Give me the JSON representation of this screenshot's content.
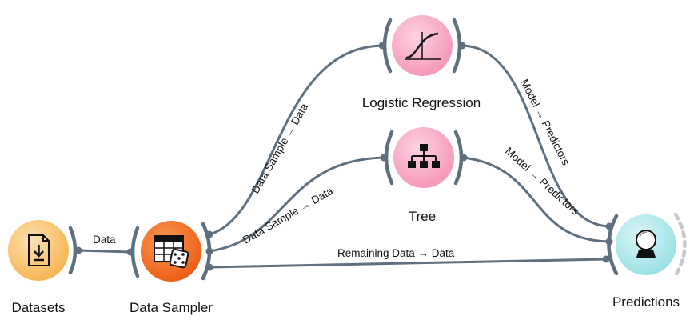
{
  "widgets": [
    {
      "id": "datasets",
      "label": "Datasets",
      "icon": "file-download-icon",
      "color": "#f6b24d"
    },
    {
      "id": "data-sampler",
      "label": "Data Sampler",
      "icon": "table-dice-icon",
      "color": "#f26a1b"
    },
    {
      "id": "logistic-regression",
      "label": "Logistic Regression",
      "icon": "sigmoid-curve-icon",
      "color": "#f9a7c3"
    },
    {
      "id": "tree",
      "label": "Tree",
      "icon": "tree-hierarchy-icon",
      "color": "#f9a7c3"
    },
    {
      "id": "predictions",
      "label": "Predictions",
      "icon": "crystal-ball-icon",
      "color": "#a8e6e8"
    }
  ],
  "links": [
    {
      "from": "datasets",
      "to": "data-sampler",
      "label": "Data"
    },
    {
      "from": "data-sampler",
      "to": "logistic-regression",
      "label": "Data Sample → Data"
    },
    {
      "from": "data-sampler",
      "to": "tree",
      "label": "Data Sample → Data"
    },
    {
      "from": "data-sampler",
      "to": "predictions",
      "label": "Remaining Data → Data"
    },
    {
      "from": "logistic-regression",
      "to": "predictions",
      "label": "Model → Predictors"
    },
    {
      "from": "tree",
      "to": "predictions",
      "label": "Model → Predictors"
    }
  ]
}
